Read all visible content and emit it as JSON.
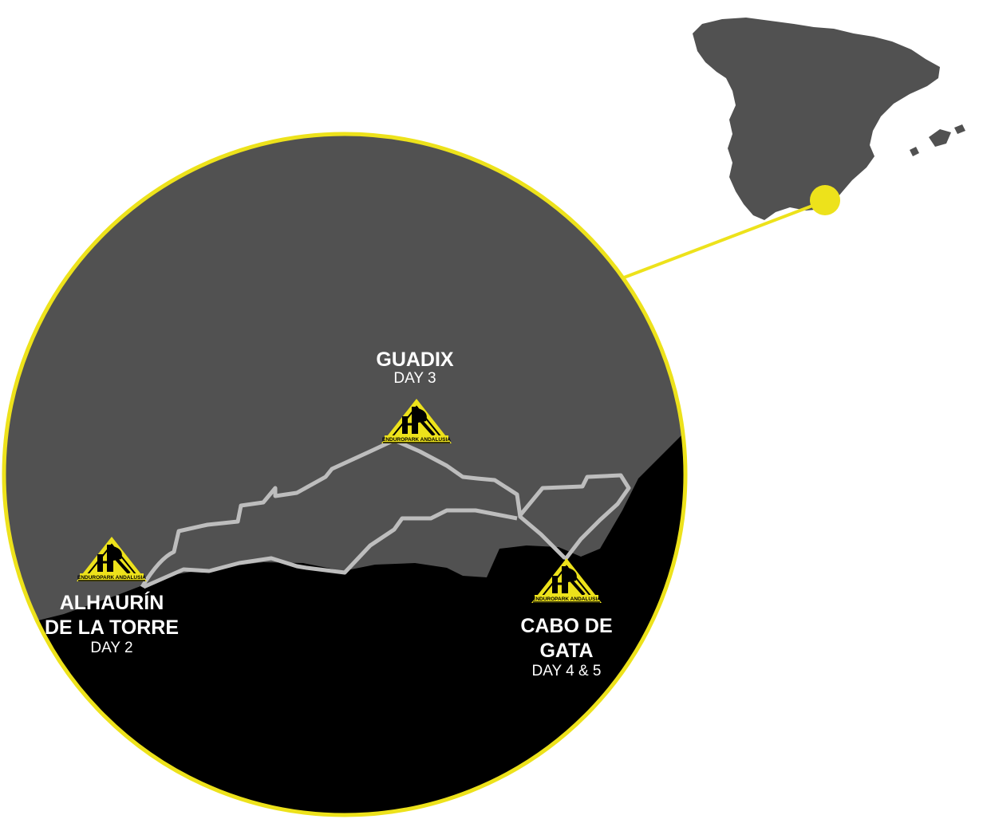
{
  "colors": {
    "land": "#515151",
    "sea": "#000000",
    "accent": "#ede21b",
    "route": "#bdbdbd",
    "text": "#ffffff"
  },
  "logo": {
    "icon": "enduropark-andalusia-logo-icon",
    "caption": "ENDUROPARK ANDALUSIA"
  },
  "inset": {
    "icon": "spain-map-icon",
    "locator_icon": "location-dot-icon"
  },
  "stops": [
    {
      "id": "guadix",
      "name_lines": [
        "GUADIX"
      ],
      "day": "DAY 3"
    },
    {
      "id": "alhaurin",
      "name_lines": [
        "ALHAURÍN",
        "DE LA TORRE"
      ],
      "day": "DAY 2"
    },
    {
      "id": "cabo",
      "name_lines": [
        "CABO DE",
        "GATA"
      ],
      "day": "DAY 4 & 5"
    }
  ]
}
